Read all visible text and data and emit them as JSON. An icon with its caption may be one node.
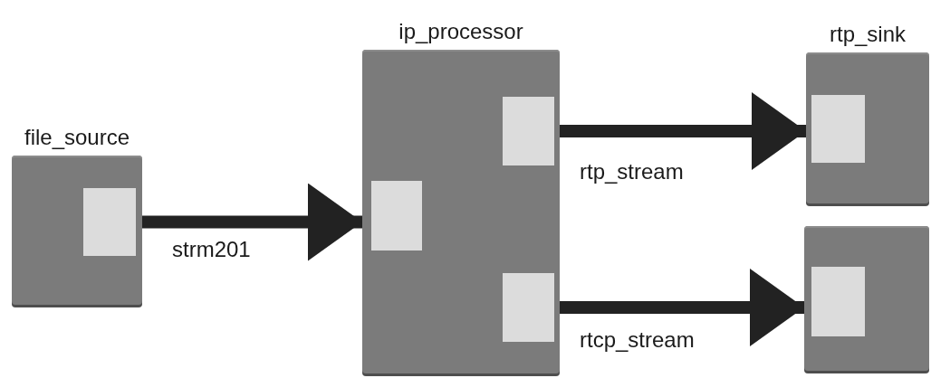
{
  "diagram": {
    "nodes": [
      {
        "text": [
          "file_source"
        ]
      },
      {
        "text": [],
        "shape": "box",
        "in": 0
      },
      {
        "text": [
          "ip_processor"
        ]
      },
      {
        "text": [],
        "shape": "box",
        "in": 2
      },
      {
        "text": [],
        "shape": "box",
        "in": 2
      },
      {
        "text": [],
        "shape": "box",
        "in": 2
      },
      {
        "text": [
          "rtp_sink"
        ]
      },
      {
        "text": [],
        "shape": "box",
        "in": 6
      },
      {
        "text": [],
        "shape": "box"
      },
      {
        "text": [],
        "shape": "box",
        "in": 8
      }
    ],
    "edges": [
      {
        "from": 1,
        "to": 2,
        "arrow": "to",
        "label": "strm201"
      },
      {
        "from": 4,
        "to": 6,
        "arrow": "to",
        "label": "rtp_stream"
      },
      {
        "from": 5,
        "to": 8,
        "arrow": "to",
        "label": "rtcp_stream"
      }
    ]
  }
}
